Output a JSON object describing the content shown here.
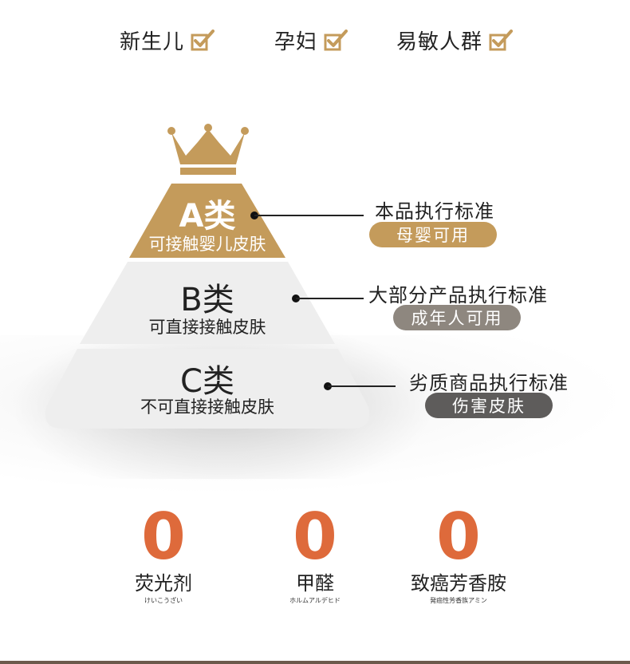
{
  "top_items": [
    {
      "label": "新生儿"
    },
    {
      "label": "孕妇"
    },
    {
      "label": "易敏人群"
    }
  ],
  "pyramid": {
    "tier_a": {
      "title": "A类",
      "subtitle": "可接触婴儿皮肤"
    },
    "tier_b": {
      "title": "B类",
      "subtitle": "可直接接触皮肤"
    },
    "tier_c": {
      "title": "C类",
      "subtitle": "不可直接接触皮肤"
    }
  },
  "standards": [
    {
      "label": "本品执行标准",
      "badge": "母婴可用"
    },
    {
      "label": "大部分产品执行标准",
      "badge": "成年人可用"
    },
    {
      "label": "劣质商品执行标准",
      "badge": "伤害皮肤"
    }
  ],
  "zeros": [
    {
      "value": "0",
      "label": "荧光剂",
      "sub": "けいこうざい"
    },
    {
      "value": "0",
      "label": "甲醛",
      "sub": "ホルムアルデヒド"
    },
    {
      "value": "0",
      "label": "致癌芳香胺",
      "sub": "発癌性芳香族アミン"
    }
  ],
  "colors": {
    "gold": "#c49b5b",
    "tier_light": "#eeeeee",
    "badge_b": "#8e877f",
    "badge_c": "#5e5c5b",
    "zero_orange": "#de6a3b",
    "text_dark": "#222222"
  },
  "icons": {
    "check": "checkbox-check-icon",
    "crown": "crown-icon"
  }
}
